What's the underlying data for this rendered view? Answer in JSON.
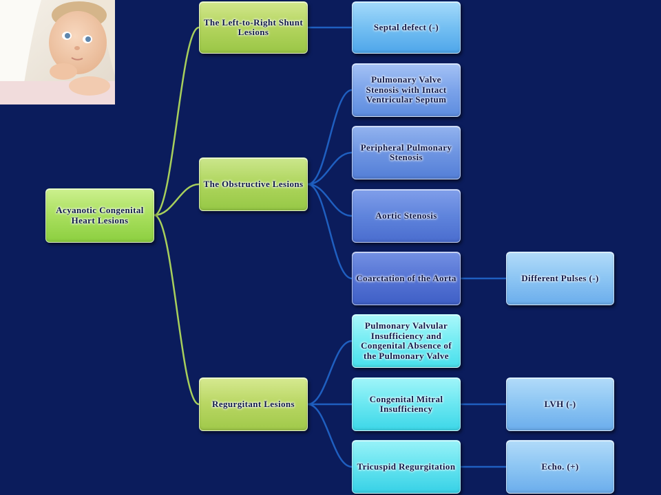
{
  "theme": {
    "background": "#0b1c5c",
    "root_connector_color": "#a8d05c",
    "branch_connector_color": "#1f5fc0"
  },
  "tree": {
    "label": "Acyanotic Congenital Heart Lesions",
    "children": [
      {
        "label": "The Left-to-Right Shunt Lesions",
        "children": [
          {
            "label": "Septal defect (-)"
          }
        ]
      },
      {
        "label": "The Obstructive Lesions",
        "children": [
          {
            "label": "Pulmonary Valve Stenosis with Intact Ventricular Septum"
          },
          {
            "label": "Peripheral Pulmonary Stenosis"
          },
          {
            "label": "Aortic Stenosis"
          },
          {
            "label": "Coarctation of the Aorta",
            "children": [
              {
                "label": "Different Pulses (-)"
              }
            ]
          }
        ]
      },
      {
        "label": "Regurgitant Lesions",
        "children": [
          {
            "label": "Pulmonary Valvular Insufficiency and Congenital Absence of the Pulmonary Valve"
          },
          {
            "label": "Congenital Mitral Insufficiency",
            "children": [
              {
                "label": "LVH (-)"
              }
            ]
          },
          {
            "label": "Tricuspid Regurgitation",
            "children": [
              {
                "label": "Echo. (+)"
              }
            ]
          }
        ]
      }
    ]
  }
}
